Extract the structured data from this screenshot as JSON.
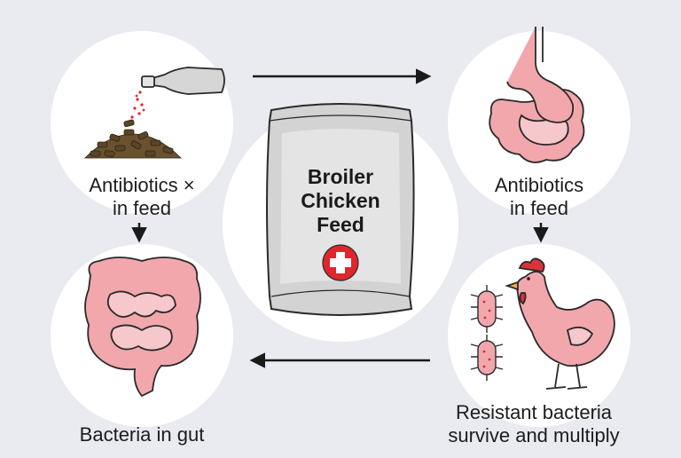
{
  "steps": {
    "antibiotics_top_left": "Antibiotics ×\nin feed",
    "antibiotics_top_right": "Antibiotics\nin feed",
    "resistant": "Resistant bacteria\nsurvive and multiply",
    "bacteria_gut": "Bacteria in gut"
  },
  "feed_bag": {
    "text": "Broiler\nChicken\nFeed"
  },
  "icons": [
    "antibiotic-bottle-icon",
    "feed-pellets-icon",
    "stomach-intestine-icon",
    "chicken-icon",
    "bacteria-icon",
    "intestine-icon",
    "medical-cross-icon",
    "arrow-right-icon",
    "arrow-down-icon",
    "arrow-left-icon"
  ],
  "colors": {
    "background": "#e9ebf1",
    "circle": "#ffffff",
    "organ_pink": "#f2a7ad",
    "organ_outline": "#2a2a2a",
    "pellet_brown": "#5b4526",
    "cross_red": "#e0262d",
    "comb_red": "#d9333a"
  }
}
